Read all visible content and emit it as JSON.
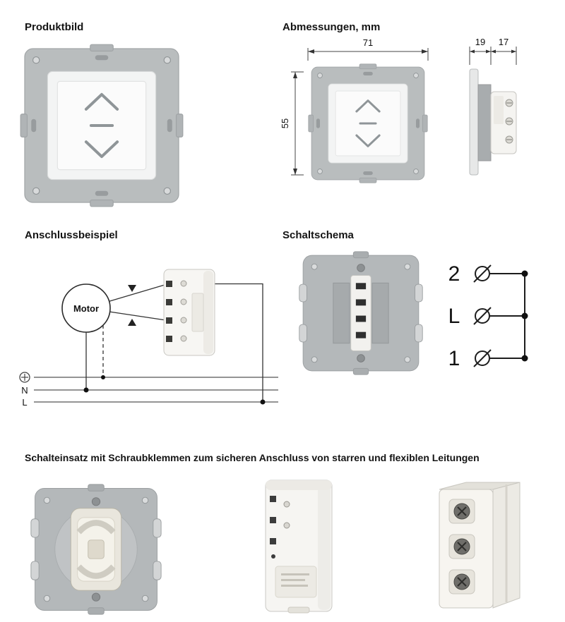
{
  "sections": {
    "produktbild": {
      "title": "Produktbild"
    },
    "abmessungen": {
      "title": "Abmessungen, mm",
      "width": "71",
      "height": "55",
      "depth_frame": "19",
      "depth_insert": "17"
    },
    "anschlussbeispiel": {
      "title": "Anschlussbeispiel",
      "motor": "Motor",
      "neutral": "N",
      "line": "L"
    },
    "schaltschema": {
      "title": "Schaltschema",
      "terminals": [
        "2",
        "L",
        "1"
      ]
    },
    "schalteinsatz": {
      "title": "Schalteinsatz mit Schraubklemmen zum sicheren Anschluss von starren und flexiblen Leitungen"
    }
  },
  "colors": {
    "frame_gray": "#b7bbbd",
    "plate_white": "#f4f4f3",
    "rocker_glyph_gray": "#8f9598",
    "wire_dark": "#333333"
  }
}
